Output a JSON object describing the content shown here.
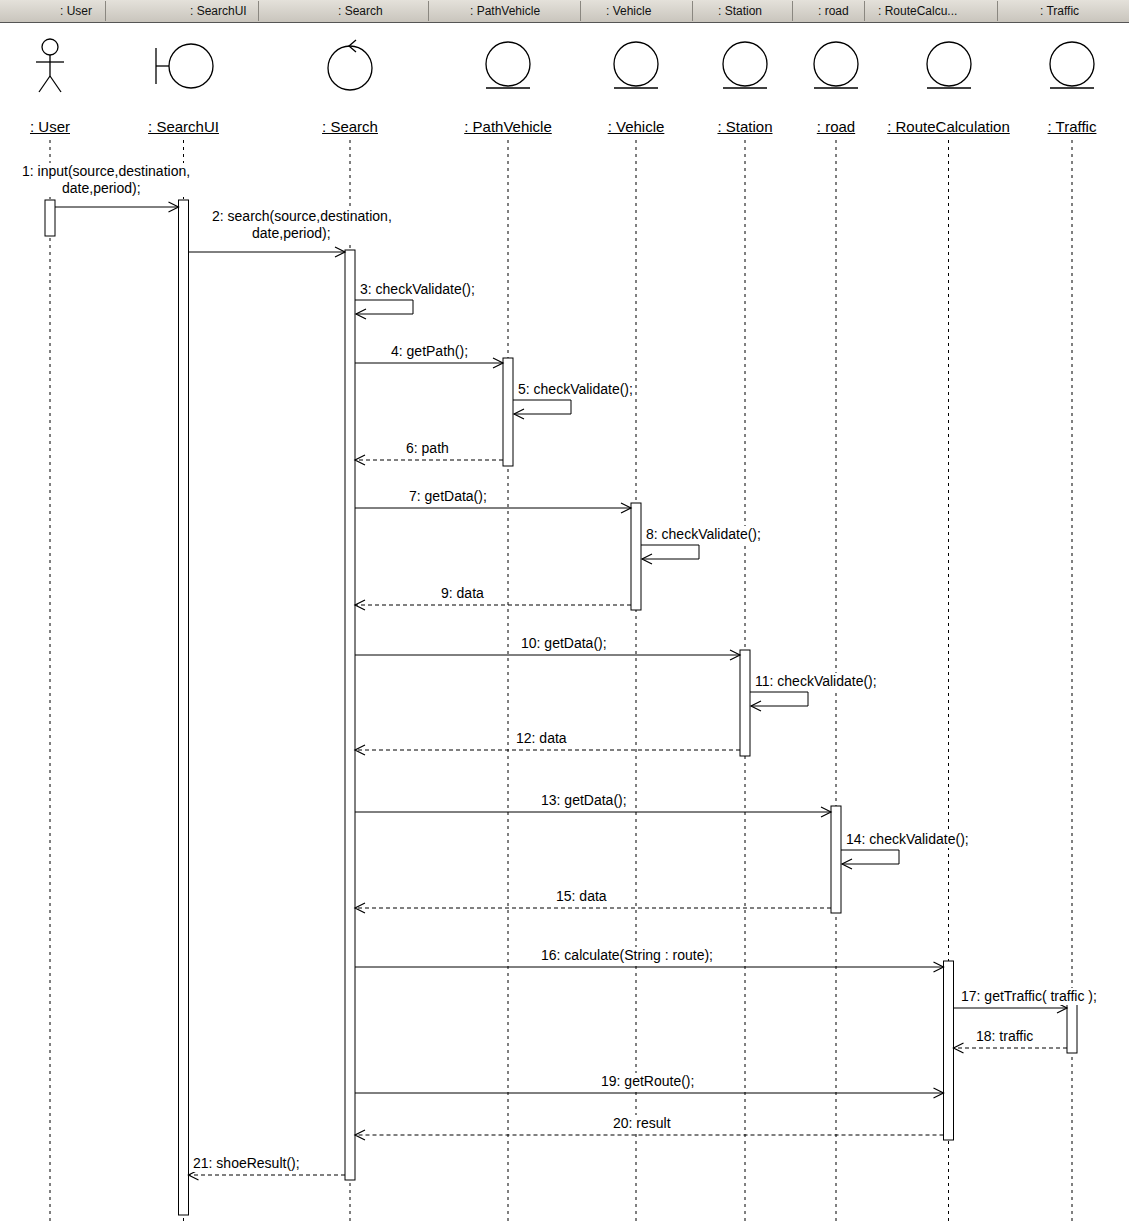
{
  "diagram": {
    "nodes": [
      {
        "text": [
          ": User"
        ]
      },
      {
        "text": [
          ": SearchUI"
        ]
      },
      {
        "text": [
          ": Search"
        ]
      },
      {
        "text": [
          ": PathVehicle"
        ]
      },
      {
        "text": [
          ": Vehicle"
        ]
      },
      {
        "text": [
          ": Station"
        ]
      },
      {
        "text": [
          ": road"
        ]
      },
      {
        "text": [
          ": RouteCalculation"
        ]
      },
      {
        "text": [
          ": Traffic"
        ]
      }
    ],
    "edges": [
      {
        "from": 0,
        "to": 1,
        "arrow": "to",
        "label": "1: input(source,destination, date,period);"
      },
      {
        "from": 1,
        "to": 2,
        "arrow": "to",
        "label": "2: search(source,destination, date,period);"
      },
      {
        "from": 2,
        "to": 2,
        "arrow": "to",
        "label": "3: checkValidate();"
      },
      {
        "from": 2,
        "to": 3,
        "arrow": "to",
        "label": "4: getPath();"
      },
      {
        "from": 3,
        "to": 3,
        "arrow": "to",
        "label": "5: checkValidate();"
      },
      {
        "from": 3,
        "to": 2,
        "arrow": "to",
        "label": "6: path"
      },
      {
        "from": 2,
        "to": 4,
        "arrow": "to",
        "label": "7: getData();"
      },
      {
        "from": 4,
        "to": 4,
        "arrow": "to",
        "label": "8: checkValidate();"
      },
      {
        "from": 4,
        "to": 2,
        "arrow": "to",
        "label": "9: data"
      },
      {
        "from": 2,
        "to": 5,
        "arrow": "to",
        "label": "10: getData();"
      },
      {
        "from": 5,
        "to": 5,
        "arrow": "to",
        "label": "11: checkValidate();"
      },
      {
        "from": 5,
        "to": 2,
        "arrow": "to",
        "label": "12: data"
      },
      {
        "from": 2,
        "to": 6,
        "arrow": "to",
        "label": "13: getData();"
      },
      {
        "from": 6,
        "to": 6,
        "arrow": "to",
        "label": "14: checkValidate();"
      },
      {
        "from": 6,
        "to": 2,
        "arrow": "to",
        "label": "15: data"
      },
      {
        "from": 2,
        "to": 7,
        "arrow": "to",
        "label": "16: calculate(String : route);"
      },
      {
        "from": 7,
        "to": 8,
        "arrow": "to",
        "label": "17: getTraffic( traffic );"
      },
      {
        "from": 8,
        "to": 7,
        "arrow": "to",
        "label": "18: traffic"
      },
      {
        "from": 2,
        "to": 7,
        "arrow": "to",
        "label": "19: getRoute();"
      },
      {
        "from": 7,
        "to": 2,
        "arrow": "to",
        "label": "20: result"
      },
      {
        "from": 2,
        "to": 1,
        "arrow": "to",
        "label": "21: shoeResult();"
      }
    ],
    "labels": [
      ": User",
      ": SearchUI",
      ": Search",
      ": PathVehicle",
      ": Vehicle",
      ": Station",
      ": road",
      ": RouteCalcu...",
      ": Traffic"
    ]
  }
}
